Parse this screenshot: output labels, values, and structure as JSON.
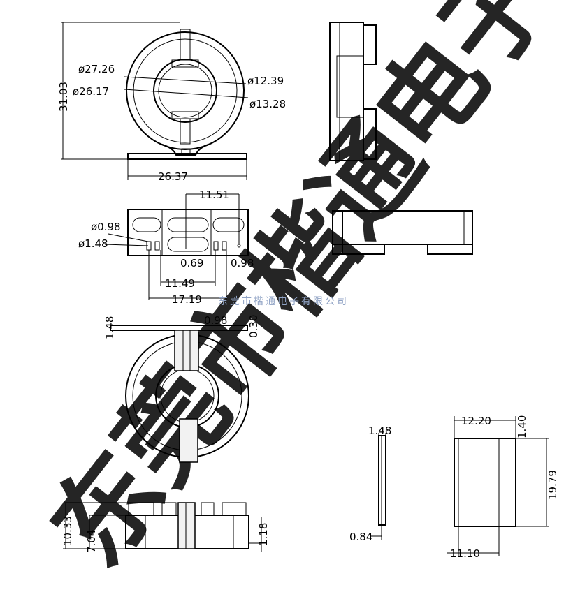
{
  "watermark": "东莞市楷通电子",
  "company_name": "东莞市楷通电子有限公司",
  "dimensions": {
    "outer_diameter": "ø27.26",
    "outer_diameter_2": "ø26.17",
    "inner_diameter": "ø12.39",
    "inner_diameter_2": "ø13.28",
    "total_height": "31.03",
    "base_width": "26.37",
    "top_span": "11.51",
    "pin_d1": "ø0.98",
    "pin_d2": "ø1.48",
    "gap_069": "0.69",
    "gap_098": "0.98",
    "span_1149": "11.49",
    "span_1719": "17.19",
    "plate_148": "1.48",
    "plate_098": "0.98",
    "plate_030": "0.30",
    "height_1033": "10.33",
    "height_704": "7.04",
    "height_118": "1.18",
    "thin_148": "1.48",
    "thin_084": "0.84",
    "side_1220": "12.20",
    "side_140": "1.40",
    "side_1979": "19.79",
    "side_1110": "11.10"
  }
}
